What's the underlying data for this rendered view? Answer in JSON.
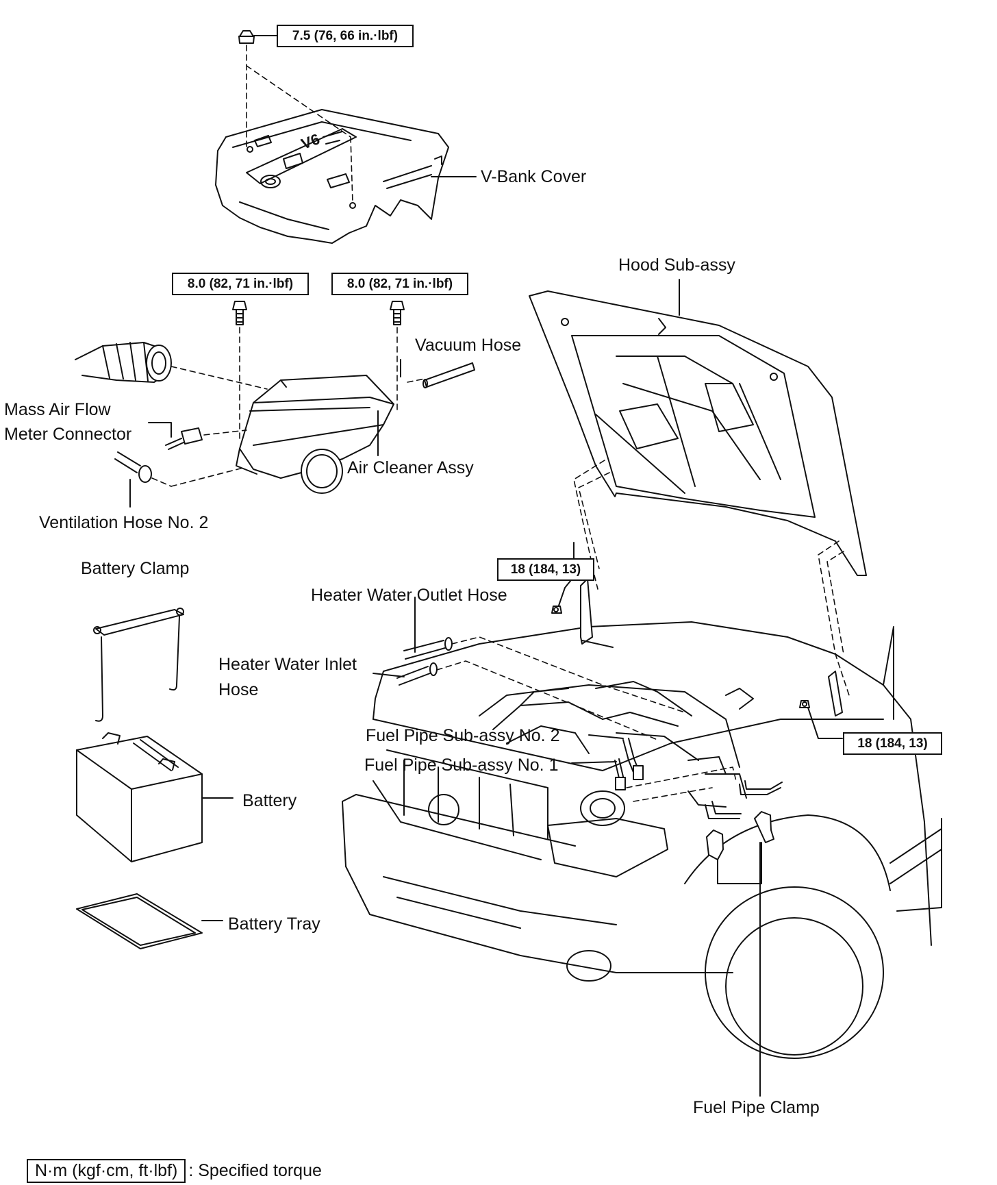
{
  "labels": {
    "v_bank_cover": "V-Bank  Cover",
    "hood_sub_assy": "Hood  Sub-assy",
    "vacuum_hose": "Vacuum Hose",
    "mass_air_flow_1": "Mass Air Flow",
    "mass_air_flow_2": "Meter Connector",
    "air_cleaner_assy": "Air Cleaner Assy",
    "ventilation_hose": "Ventilation Hose No. 2",
    "battery_clamp": "Battery Clamp",
    "heater_outlet_hose": "Heater Water Outlet Hose",
    "heater_inlet_hose_1": "Heater Water Inlet",
    "heater_inlet_hose_2": "Hose",
    "fuel_pipe_no2": "Fuel Pipe Sub-assy No. 2",
    "fuel_pipe_no1": "Fuel Pipe Sub-assy No. 1",
    "battery": "Battery",
    "battery_tray": "Battery Tray",
    "fuel_pipe_clamp": "Fuel Pipe Clamp",
    "cover_logo": "V6"
  },
  "torques": {
    "v_bank_nut": "7.5 (76, 66 in.·lbf)",
    "air_cleaner_bolt_left": "8.0 (82, 71 in.·lbf)",
    "air_cleaner_bolt_right": "8.0 (82, 71 in.·lbf)",
    "hood_bolt_left": "18 (184, 13)",
    "hood_bolt_right": "18 (184, 13)"
  },
  "legend": {
    "unit_box": "N·m (kgf·cm, ft·lbf)",
    "description": ": Specified torque"
  }
}
